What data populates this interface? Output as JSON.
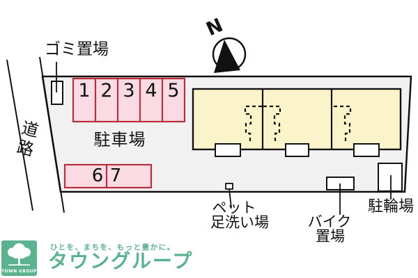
{
  "plan": {
    "north": "N",
    "road": "道路",
    "garbage": "ゴミ置場",
    "parking": "駐車場",
    "spots_row1": [
      "1",
      "2",
      "3",
      "4",
      "5"
    ],
    "spots_row2": [
      "6",
      "7"
    ],
    "pet_wash_line1": "ペット",
    "pet_wash_line2": "足洗い場",
    "bike_line1": "バイク",
    "bike_line2": "置場",
    "bicycle": "駐輪場"
  },
  "footer": {
    "logo_text": "TOWN GROUP",
    "tagline": "ひとを、まちを、もっと豊かに。",
    "brand": "タウングループ"
  },
  "colors": {
    "brand_green": "#5bb28e",
    "site_fill": "#f1f1f2",
    "parking_fill": "#fbdbe3",
    "parking_border": "#b62e3f",
    "building_fill": "#fbf4cb",
    "outline": "#111111"
  }
}
